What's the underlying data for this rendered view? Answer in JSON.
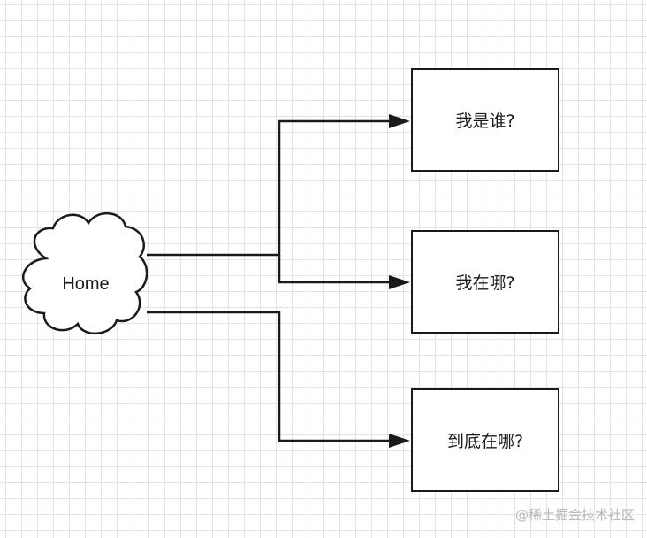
{
  "diagram": {
    "source": {
      "label": "Home",
      "shape": "cloud"
    },
    "targets": [
      {
        "label": "我是谁?"
      },
      {
        "label": "我在哪?"
      },
      {
        "label": "到底在哪?"
      }
    ],
    "colors": {
      "stroke": "#1a1a1a",
      "grid": "#e3e3e3",
      "background": "#ffffff"
    }
  },
  "watermark": {
    "text": "@稀土掘金技术社区"
  }
}
